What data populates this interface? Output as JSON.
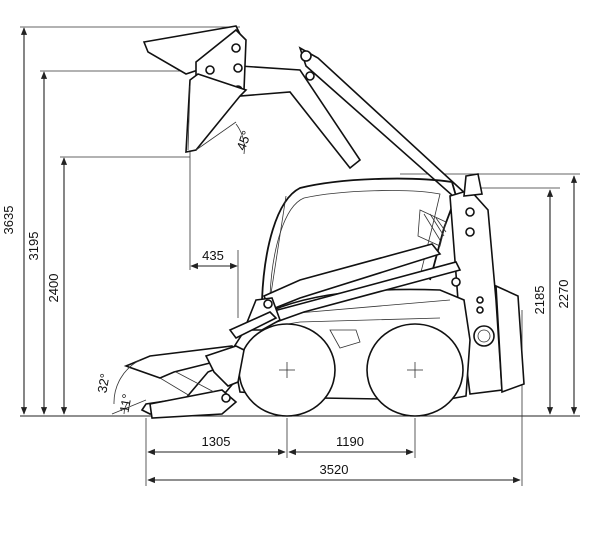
{
  "dimensions": {
    "height_max": "3635",
    "height_hinge": "3195",
    "height_dump": "2400",
    "dump_reach": "435",
    "dump_angle": "45°",
    "rollback_angle": "32°",
    "bucket_angle": "11°",
    "front_overhang": "1305",
    "wheelbase": "1190",
    "overall_length": "3520",
    "height_cab": "2185",
    "height_overall": "2270"
  }
}
